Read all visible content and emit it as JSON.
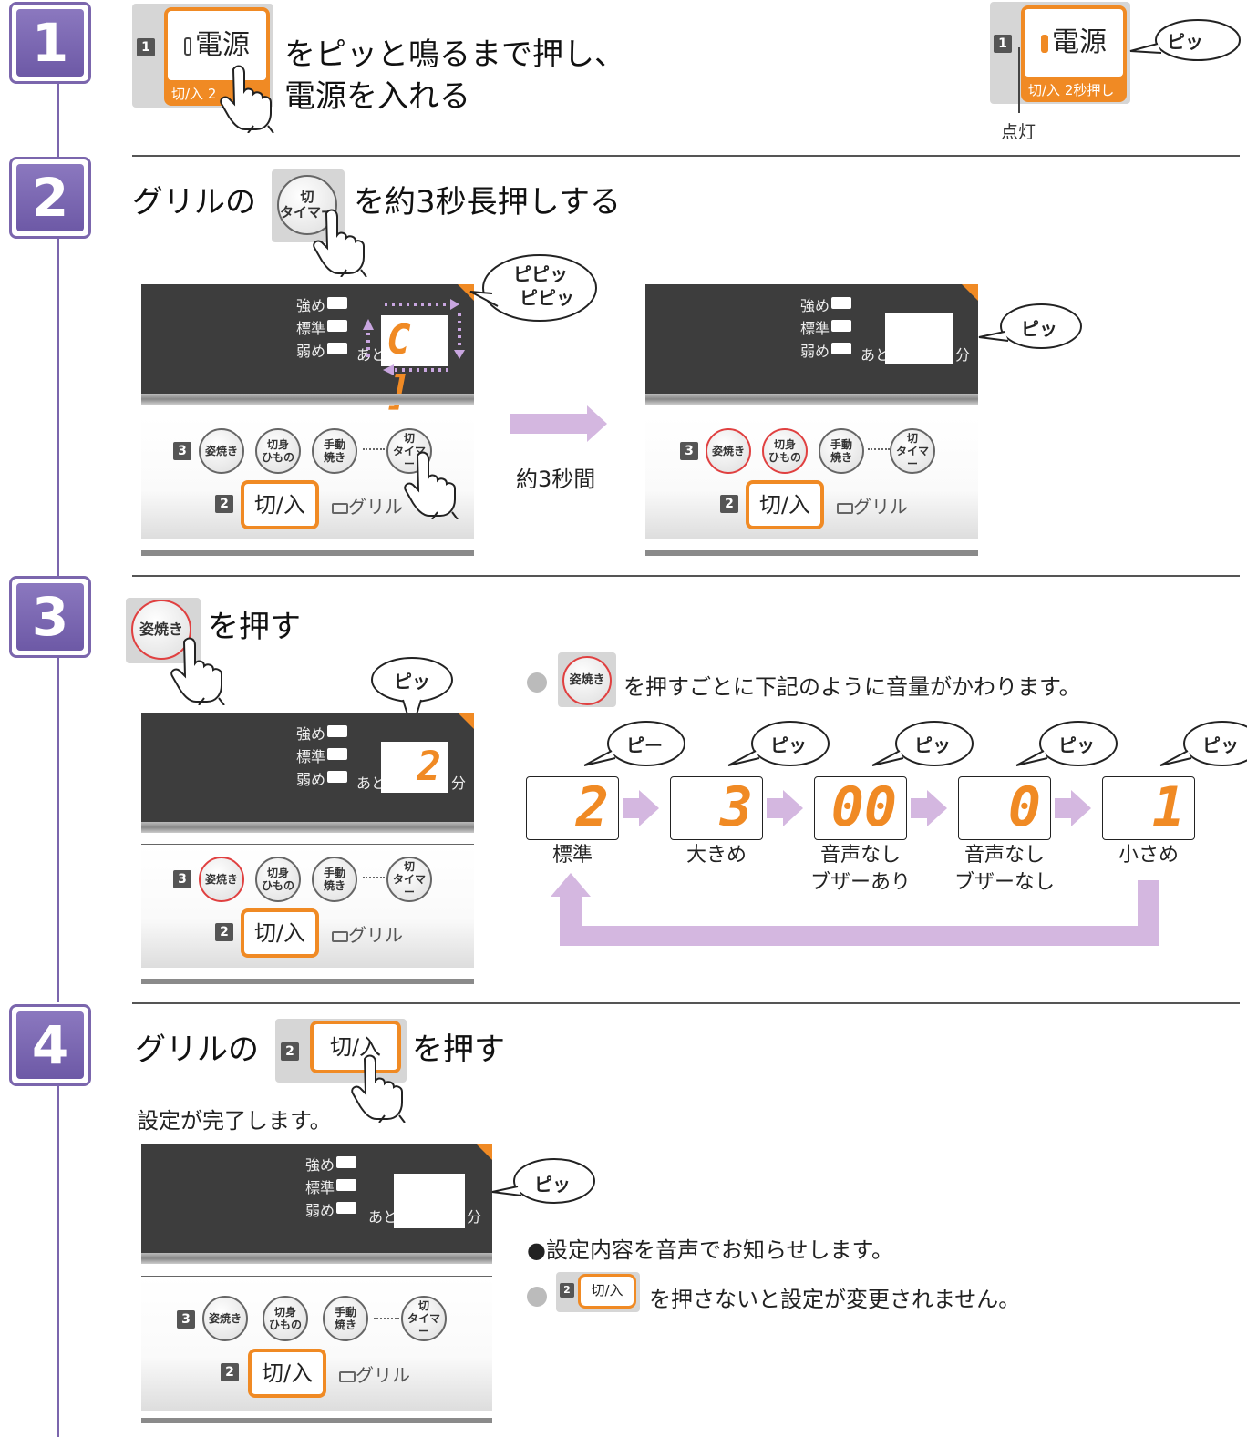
{
  "steps": [
    {
      "number": "1"
    },
    {
      "number": "2"
    },
    {
      "number": "3"
    },
    {
      "number": "4"
    }
  ],
  "step1": {
    "key_num": "1",
    "power_label": "電源",
    "power_sub_partial": "切/入 2",
    "instruction_line1": "をピッと鳴るまで押し、",
    "instruction_line2": "電源を入れる",
    "result_power_label": "電源",
    "result_power_sub": "切/入 2秒押し",
    "beep": "ピッ",
    "lit_label": "点灯"
  },
  "step2": {
    "prefix": "グリルの",
    "button_line1": "切",
    "button_line2": "タイマー",
    "suffix": "を約3秒長押しする",
    "beep_panel": "ピピッ\nピピッ",
    "beep_panel_line1": "ピピッ",
    "beep_panel_line2": "ピピッ",
    "arrow_caption": "約3秒間",
    "beep_right": "ピッ",
    "display_left": "C ]",
    "display_right": ""
  },
  "panel": {
    "level_strong": "強め",
    "level_std": "標準",
    "level_weak": "弱め",
    "ato": "あと",
    "fun": "分",
    "btn_sugata": "姿焼き",
    "btn_kirimi_1": "切身",
    "btn_kirimi_2": "ひもの",
    "btn_shudo_1": "手動",
    "btn_shudo_2": "焼き",
    "btn_timer_1": "切",
    "btn_timer_2": "タイマー",
    "onoff": "切/入",
    "grill": "グリル",
    "num_2": "2",
    "num_3": "3"
  },
  "step3": {
    "button": "姿焼き",
    "text": "を押す",
    "beep": "ピッ",
    "display_value": "2",
    "note_suffix": "を押すごとに下記のように音量がかわります。",
    "cycle": [
      {
        "sound": "ピー",
        "display": "2",
        "label": "標準"
      },
      {
        "sound": "ピッ",
        "display": "3",
        "label": "大きめ"
      },
      {
        "sound": "ピッ",
        "display": "00",
        "label": "音声なし\nブザーあり",
        "label1": "音声なし",
        "label2": "ブザーあり"
      },
      {
        "sound": "ピッ",
        "display": "0",
        "label": "音声なし\nブザーなし",
        "label1": "音声なし",
        "label2": "ブザーなし"
      },
      {
        "sound": "ピッ",
        "display": "1",
        "label": "小さめ"
      }
    ]
  },
  "step4": {
    "prefix": "グリルの",
    "key_num": "2",
    "button": "切/入",
    "suffix": "を押す",
    "sub": "設定が完了します。",
    "beep": "ピッ",
    "note1": "●設定内容を音声でお知らせします。",
    "note2_suffix": "を押さないと設定が変更されません。"
  },
  "colors": {
    "accent_orange": "#f08a24",
    "step_purple": "#7b66ad",
    "arrow_lilac": "#d4b7e0",
    "panel_dark": "#3d3d3d"
  }
}
